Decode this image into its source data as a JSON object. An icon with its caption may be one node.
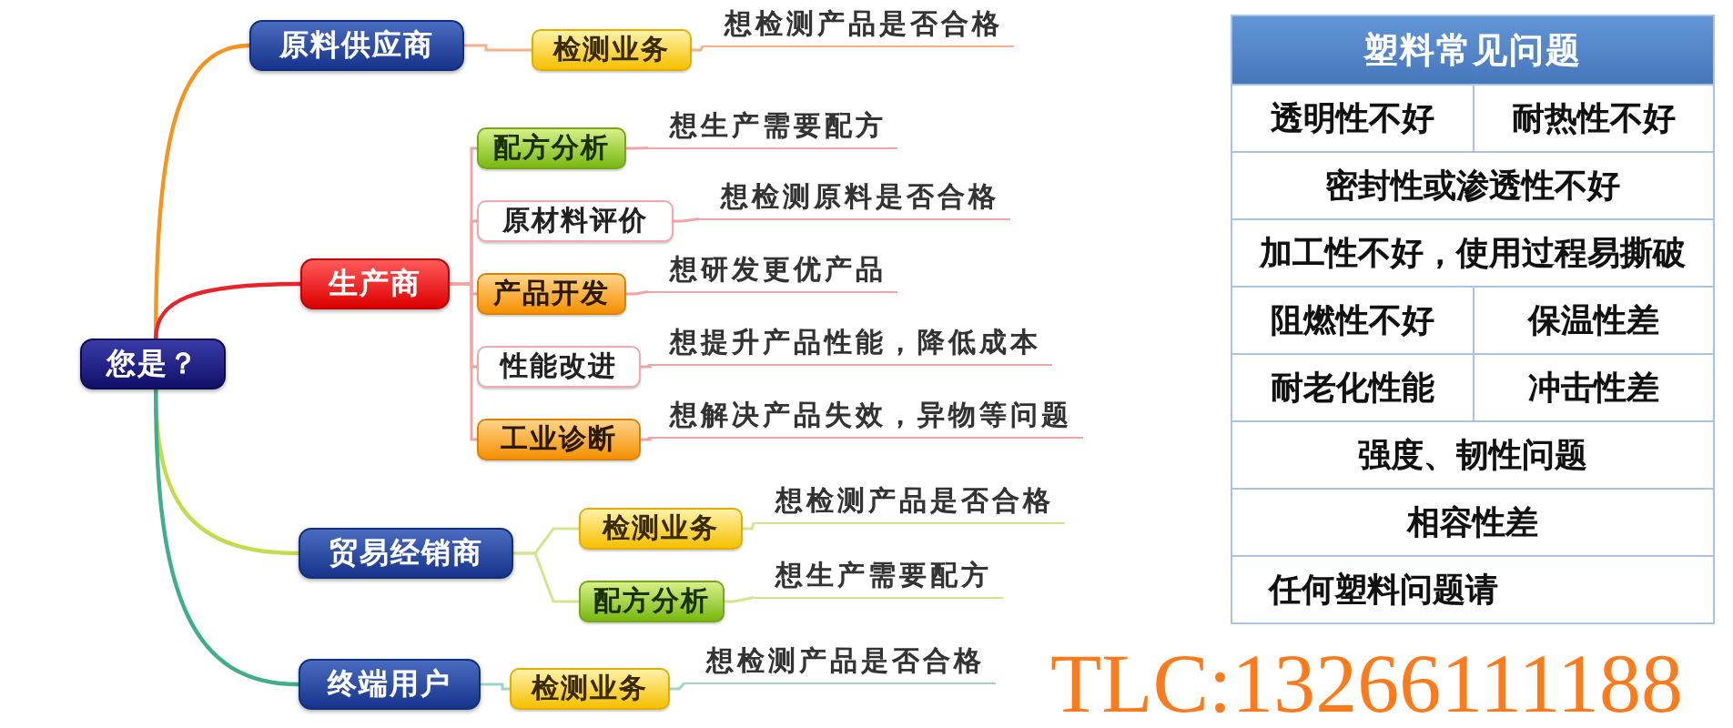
{
  "diagram": {
    "nodes": [
      {
        "text": [
          "您是？"
        ]
      },
      {
        "text": [
          "原料供应商"
        ]
      },
      {
        "text": [
          "检测业务"
        ]
      },
      {
        "text": [
          "想检测产品是否合格"
        ]
      },
      {
        "text": [
          "生产商"
        ]
      },
      {
        "text": [
          "配方分析"
        ]
      },
      {
        "text": [
          "想生产需要配方"
        ]
      },
      {
        "text": [
          "原材料评价"
        ]
      },
      {
        "text": [
          "想检测原料是否合格"
        ]
      },
      {
        "text": [
          "产品开发"
        ]
      },
      {
        "text": [
          "想研发更优产品"
        ]
      },
      {
        "text": [
          "性能改进"
        ]
      },
      {
        "text": [
          "想提升产品性能，降低成本"
        ]
      },
      {
        "text": [
          "工业诊断"
        ]
      },
      {
        "text": [
          "想解决产品失效，异物等问题"
        ]
      },
      {
        "text": [
          "贸易经销商"
        ]
      },
      {
        "text": [
          "检测业务"
        ]
      },
      {
        "text": [
          "想检测产品是否合格"
        ]
      },
      {
        "text": [
          "配方分析"
        ]
      },
      {
        "text": [
          "想生产需要配方"
        ]
      },
      {
        "text": [
          "终端用户"
        ]
      },
      {
        "text": [
          "检测业务"
        ]
      },
      {
        "text": [
          "想检测产品是否合格"
        ]
      }
    ],
    "edges": [
      {
        "from": 0,
        "to": 1,
        "arrow": "none",
        "color": "#f7941d"
      },
      {
        "from": 0,
        "to": 4,
        "arrow": "none",
        "color": "#e8232a"
      },
      {
        "from": 0,
        "to": 15,
        "arrow": "none",
        "color": "#c5dc4a"
      },
      {
        "from": 0,
        "to": 20,
        "arrow": "none",
        "color": "#3fae8c"
      },
      {
        "from": 1,
        "to": 2,
        "arrow": "none",
        "color": "#f6b08c"
      },
      {
        "from": 2,
        "to": 3,
        "arrow": "none",
        "color": "#f6b08c"
      },
      {
        "from": 4,
        "to": 5,
        "arrow": "none"
      },
      {
        "from": 4,
        "to": 7,
        "arrow": "none"
      },
      {
        "from": 4,
        "to": 9,
        "arrow": "none"
      },
      {
        "from": 4,
        "to": 11,
        "arrow": "none"
      },
      {
        "from": 4,
        "to": 13,
        "arrow": "none"
      },
      {
        "from": 5,
        "to": 6,
        "arrow": "none"
      },
      {
        "from": 7,
        "to": 8,
        "arrow": "none"
      },
      {
        "from": 9,
        "to": 10,
        "arrow": "none"
      },
      {
        "from": 11,
        "to": 12,
        "arrow": "none"
      },
      {
        "from": 13,
        "to": 14,
        "arrow": "none"
      },
      {
        "from": 15,
        "to": 16,
        "arrow": "none",
        "color": "#d2e58c"
      },
      {
        "from": 15,
        "to": 18,
        "arrow": "none",
        "color": "#d2e58c"
      },
      {
        "from": 16,
        "to": 17,
        "arrow": "none",
        "color": "#d2e58c"
      },
      {
        "from": 18,
        "to": 19,
        "arrow": "none",
        "color": "#d2e58c"
      },
      {
        "from": 20,
        "to": 21,
        "arrow": "none",
        "color": "#9ed6c6"
      },
      {
        "from": 21,
        "to": 22,
        "arrow": "none",
        "color": "#9ed6c6"
      }
    ],
    "labels": [
      "塑料常见问题",
      "透明性不好",
      "耐热性不好",
      "密封性或渗透性不好",
      "加工性不好，使用过程易撕破",
      "阻燃性不好",
      "保温性差",
      "耐老化性能",
      "冲击性差",
      "强度、韧性问题",
      "相容性差",
      "任何塑料问题请",
      "TLC:13266111188"
    ]
  }
}
